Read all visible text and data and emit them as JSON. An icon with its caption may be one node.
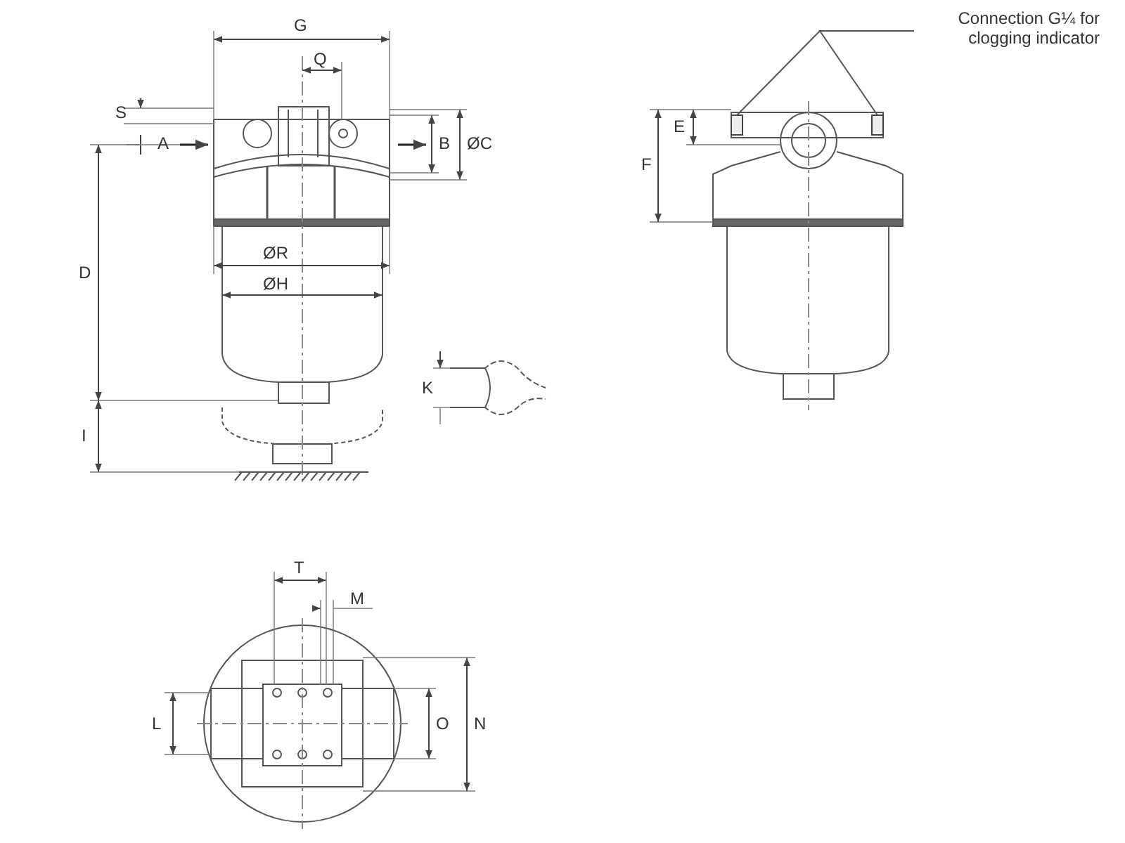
{
  "diagram": {
    "nodes": [
      {
        "text": [
          "Connection G¼ for clogging indicator"
        ]
      },
      {
        "text": [],
        "shape": "box"
      },
      {
        "text": [],
        "shape": "box"
      }
    ],
    "edges": [
      {
        "from": 0,
        "to": 1,
        "arrow": "none"
      },
      {
        "from": 0,
        "to": 2,
        "arrow": "none"
      }
    ],
    "labels": [
      "G",
      "Q",
      "S",
      "A",
      "B",
      "ØC",
      "D",
      "ØR",
      "ØH",
      "K",
      "I",
      "E",
      "F",
      "T",
      "M",
      "L",
      "O",
      "N"
    ]
  }
}
